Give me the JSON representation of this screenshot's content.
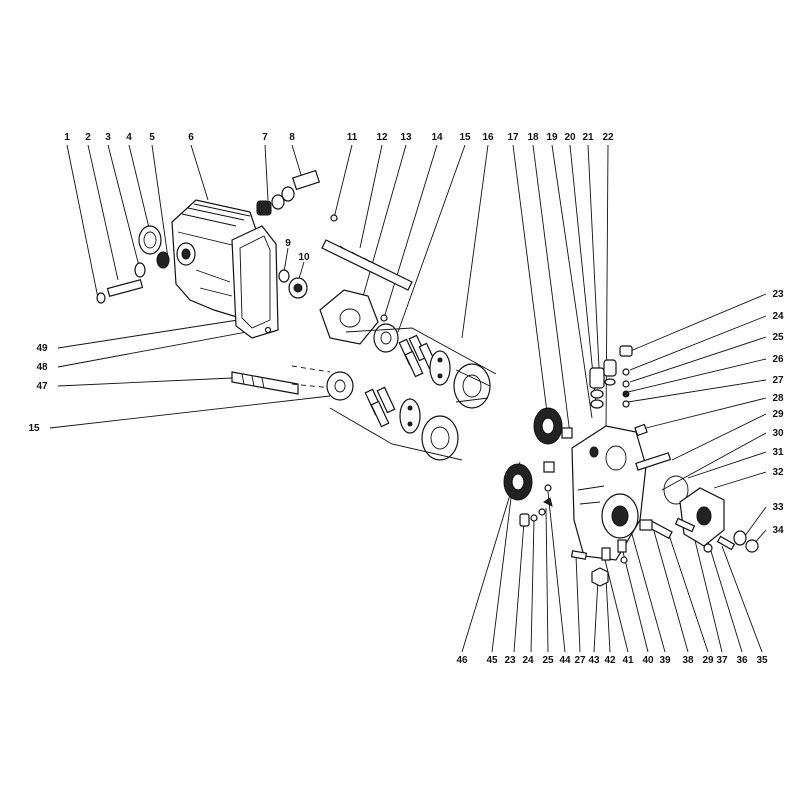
{
  "diagram": {
    "callouts": [
      {
        "id": "c1",
        "text": "1"
      },
      {
        "id": "c2",
        "text": "2"
      },
      {
        "id": "c3",
        "text": "3"
      },
      {
        "id": "c4",
        "text": "4"
      },
      {
        "id": "c5",
        "text": "5"
      },
      {
        "id": "c6",
        "text": "6"
      },
      {
        "id": "c7",
        "text": "7"
      },
      {
        "id": "c8",
        "text": "8"
      },
      {
        "id": "c11",
        "text": "11"
      },
      {
        "id": "c12",
        "text": "12"
      },
      {
        "id": "c13",
        "text": "13"
      },
      {
        "id": "c14",
        "text": "14"
      },
      {
        "id": "c15a",
        "text": "15"
      },
      {
        "id": "c16",
        "text": "16"
      },
      {
        "id": "c17",
        "text": "17"
      },
      {
        "id": "c18",
        "text": "18"
      },
      {
        "id": "c19",
        "text": "19"
      },
      {
        "id": "c20",
        "text": "20"
      },
      {
        "id": "c21",
        "text": "21"
      },
      {
        "id": "c22",
        "text": "22"
      },
      {
        "id": "c9",
        "text": "9"
      },
      {
        "id": "c10",
        "text": "10"
      },
      {
        "id": "c23a",
        "text": "23"
      },
      {
        "id": "c24a",
        "text": "24"
      },
      {
        "id": "c25a",
        "text": "25"
      },
      {
        "id": "c26",
        "text": "26"
      },
      {
        "id": "c27a",
        "text": "27"
      },
      {
        "id": "c28",
        "text": "28"
      },
      {
        "id": "c29a",
        "text": "29"
      },
      {
        "id": "c30",
        "text": "30"
      },
      {
        "id": "c31",
        "text": "31"
      },
      {
        "id": "c32",
        "text": "32"
      },
      {
        "id": "c33",
        "text": "33"
      },
      {
        "id": "c34",
        "text": "34"
      },
      {
        "id": "c49",
        "text": "49"
      },
      {
        "id": "c48",
        "text": "48"
      },
      {
        "id": "c47",
        "text": "47"
      },
      {
        "id": "c15b",
        "text": "15"
      },
      {
        "id": "c46",
        "text": "46"
      },
      {
        "id": "c45",
        "text": "45"
      },
      {
        "id": "c23b",
        "text": "23"
      },
      {
        "id": "c24b",
        "text": "24"
      },
      {
        "id": "c25b",
        "text": "25"
      },
      {
        "id": "c44",
        "text": "44"
      },
      {
        "id": "c27b",
        "text": "27"
      },
      {
        "id": "c43",
        "text": "43"
      },
      {
        "id": "c42",
        "text": "42"
      },
      {
        "id": "c41",
        "text": "41"
      },
      {
        "id": "c40",
        "text": "40"
      },
      {
        "id": "c39",
        "text": "39"
      },
      {
        "id": "c38",
        "text": "38"
      },
      {
        "id": "c29b",
        "text": "29"
      },
      {
        "id": "c37",
        "text": "37"
      },
      {
        "id": "c36",
        "text": "36"
      },
      {
        "id": "c35",
        "text": "35"
      }
    ]
  }
}
